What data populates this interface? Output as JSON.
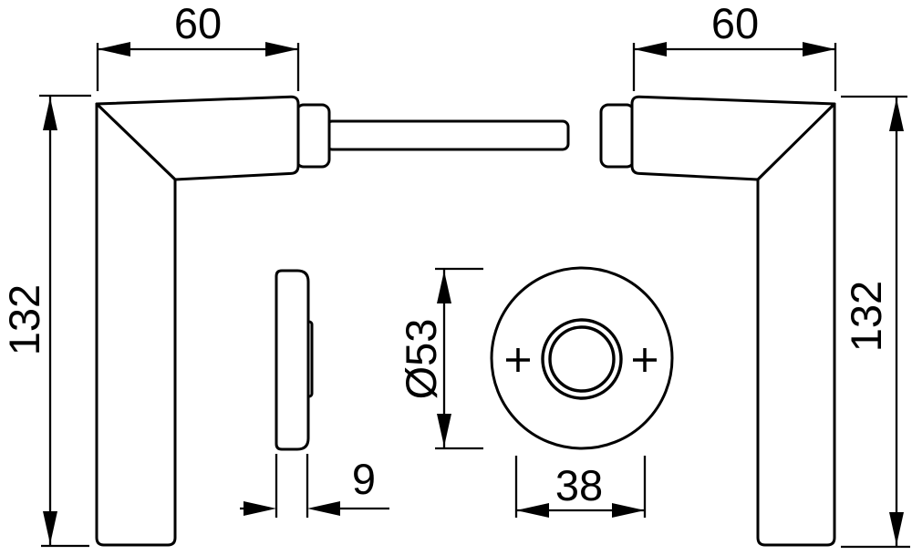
{
  "drawing": {
    "type": "technical-dimension-drawing",
    "subject": "door handle pair with round rosette",
    "colors": {
      "background": "#ffffff",
      "line": "#000000"
    },
    "views": {
      "left_handle": "lever handle side view with square spindle",
      "right_handle": "mirrored lever handle side view",
      "rosette_side": "rosette profile view",
      "rosette_front": "rosette front view with screw marks"
    },
    "dimensions": {
      "left_lever_length": "60",
      "right_lever_length": "60",
      "left_lever_height": "132",
      "right_lever_height": "132",
      "rosette_diameter": "Ø53",
      "screw_distance": "38",
      "rosette_depth": "9"
    }
  }
}
